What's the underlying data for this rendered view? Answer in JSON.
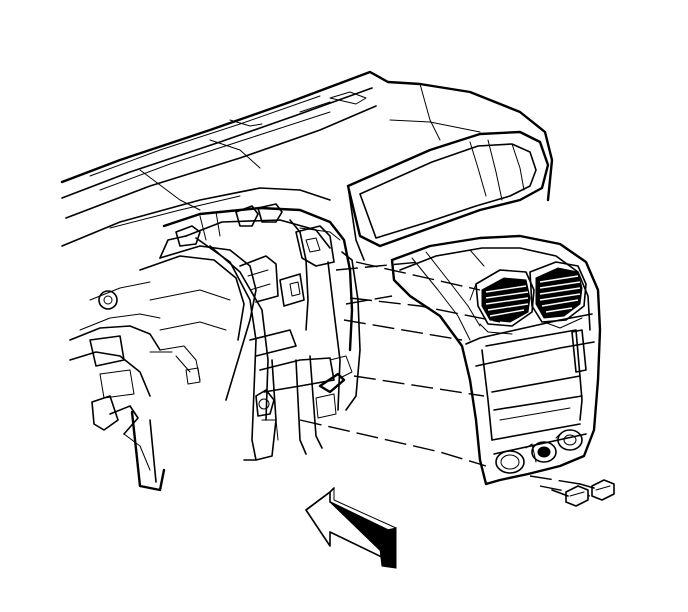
{
  "figure": {
    "colors": {
      "line": "#000000",
      "background": "#ffffff"
    },
    "parts": [
      "instrument-panel",
      "windshield-defroster",
      "instrument-cluster-opening",
      "steering-column-support",
      "center-bezel",
      "air-outlets",
      "radio-opening",
      "control-knobs",
      "fasteners",
      "direction-arrow"
    ]
  }
}
